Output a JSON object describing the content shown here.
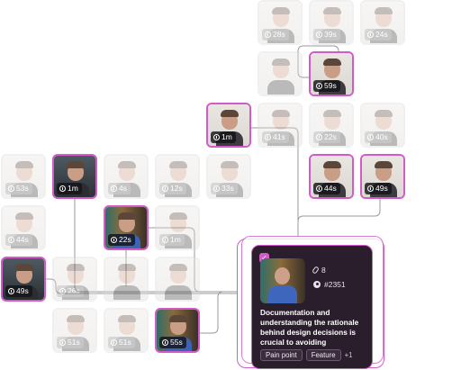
{
  "tiles": [
    {
      "col": 5,
      "row": 0,
      "duration": "28s",
      "state": "faded"
    },
    {
      "col": 6,
      "row": 0,
      "duration": "39s",
      "state": "faded"
    },
    {
      "col": 7,
      "row": 0,
      "duration": "24s",
      "state": "faded"
    },
    {
      "col": 5,
      "row": 1,
      "duration": "",
      "state": "faded"
    },
    {
      "col": 6,
      "row": 1,
      "duration": "59s",
      "state": "active"
    },
    {
      "col": 4,
      "row": 2,
      "duration": "1m",
      "state": "active"
    },
    {
      "col": 5,
      "row": 2,
      "duration": "41s",
      "state": "faded"
    },
    {
      "col": 6,
      "row": 2,
      "duration": "22s",
      "state": "faded"
    },
    {
      "col": 7,
      "row": 2,
      "duration": "40s",
      "state": "faded"
    },
    {
      "col": 0,
      "row": 3,
      "duration": "53s",
      "state": "faded"
    },
    {
      "col": 1,
      "row": 3,
      "duration": "1m",
      "state": "active-dark"
    },
    {
      "col": 2,
      "row": 3,
      "duration": "4s",
      "state": "faded"
    },
    {
      "col": 3,
      "row": 3,
      "duration": "12s",
      "state": "faded"
    },
    {
      "col": 4,
      "row": 3,
      "duration": "33s",
      "state": "faded"
    },
    {
      "col": 6,
      "row": 3,
      "duration": "44s",
      "state": "active"
    },
    {
      "col": 7,
      "row": 3,
      "duration": "49s",
      "state": "active"
    },
    {
      "col": 0,
      "row": 4,
      "duration": "44s",
      "state": "faded"
    },
    {
      "col": 2,
      "row": 4,
      "duration": "22s",
      "state": "active-shelf"
    },
    {
      "col": 3,
      "row": 4,
      "duration": "1m",
      "state": "faded"
    },
    {
      "col": 0,
      "row": 5,
      "duration": "49s",
      "state": "active-dark"
    },
    {
      "col": 1,
      "row": 5,
      "duration": "26s",
      "state": "faded"
    },
    {
      "col": 2,
      "row": 5,
      "duration": "",
      "state": "faded"
    },
    {
      "col": 3,
      "row": 5,
      "duration": "",
      "state": "faded"
    },
    {
      "col": 1,
      "row": 6,
      "duration": "51s",
      "state": "faded"
    },
    {
      "col": 2,
      "row": 6,
      "duration": "51s",
      "state": "faded"
    },
    {
      "col": 3,
      "row": 6,
      "duration": "55s",
      "state": "active-shelf"
    }
  ],
  "card": {
    "attachments": "8",
    "issue": "#2351",
    "description": "Documentation and understanding the rationale behind design decisions is crucial to avoiding discussio...",
    "tags": [
      "Pain point",
      "Feature"
    ],
    "more": "+1"
  },
  "colors": {
    "accent": "#d25bc9",
    "card_bg": "#2a1e2c",
    "link": "#9a9a9a"
  },
  "icons": {
    "duration": "timer-icon",
    "attachments": "paperclip-icon",
    "issue": "github-icon",
    "selected": "checkbox-checked-icon"
  }
}
